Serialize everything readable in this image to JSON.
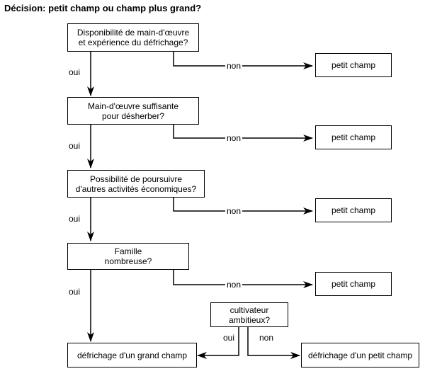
{
  "title": "Décision: petit champ ou champ plus grand?",
  "questions": [
    {
      "line1": "Disponibilité de main-d'œuvre",
      "line2": "et expérience du défrichage?"
    },
    {
      "line1": "Main-d'œuvre suffisante",
      "line2": "pour désherber?"
    },
    {
      "line1": "Possibilité de poursuivre",
      "line2": "d'autres activités économiques?"
    },
    {
      "line1": "Famille",
      "line2": "nombreuse?"
    }
  ],
  "outcome_small": "petit champ",
  "label_oui": "oui",
  "label_non": "non",
  "ambitious": {
    "line1": "cultivateur",
    "line2": "ambitieux?"
  },
  "final_large": "défrichage d'un grand champ",
  "final_small": "défrichage d'un petit champ"
}
